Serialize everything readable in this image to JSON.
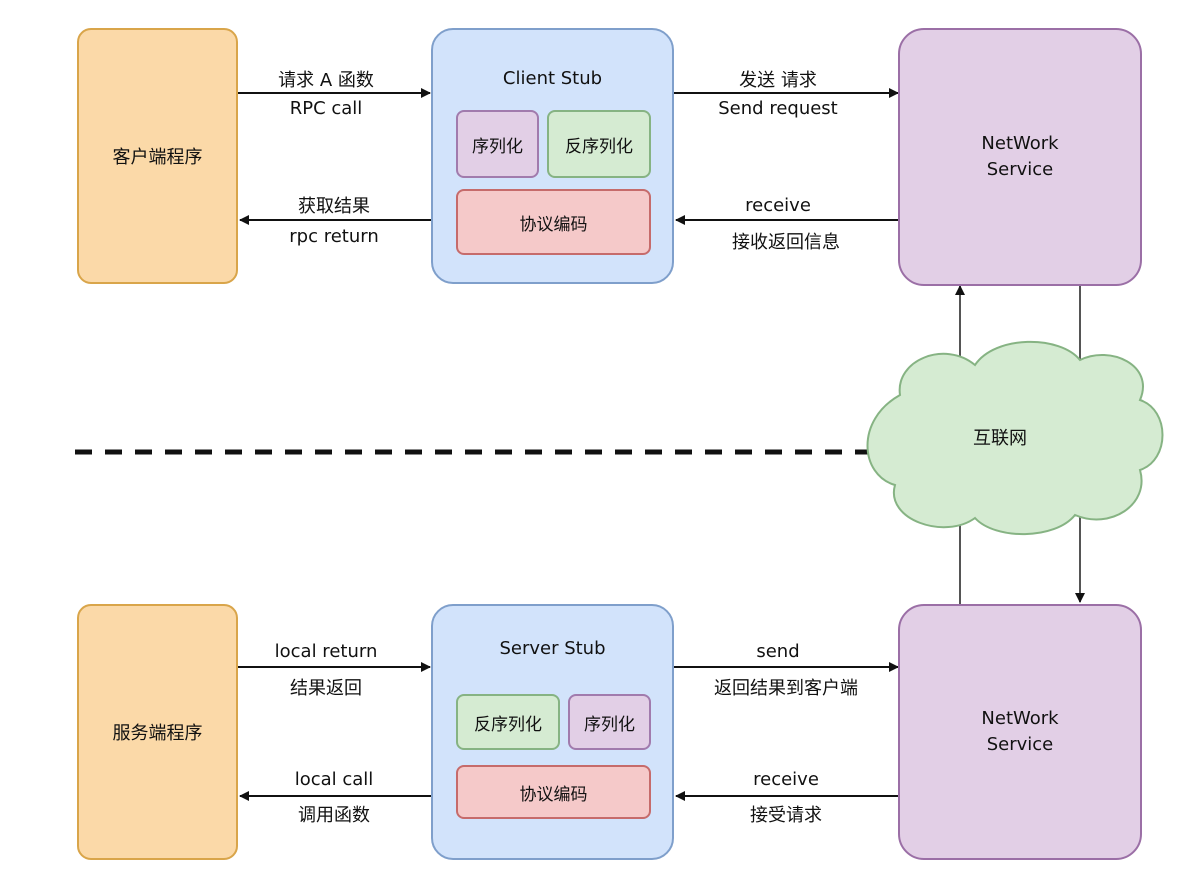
{
  "client_program": "客户端程序",
  "server_program": "服务端程序",
  "client_stub": {
    "title": "Client  Stub",
    "serialize": "序列化",
    "deserialize": "反序列化",
    "protocol": "协议编码"
  },
  "server_stub": {
    "title": "Server  Stub",
    "deserialize": "反序列化",
    "serialize": "序列化",
    "protocol": "协议编码"
  },
  "network_service": {
    "line1": "NetWork",
    "line2": "Service"
  },
  "internet": "互联网",
  "edges": {
    "call_top_cn": "请求 A 函数",
    "call_top_en": "RPC  call",
    "return_top_cn": "获取结果",
    "return_top_en": "rpc return",
    "send_top_cn": "发送 请求",
    "send_top_en": "Send request",
    "recv_top_en": "receive",
    "recv_top_cn": "接收返回信息",
    "local_return_en": "local return",
    "local_return_cn": "结果返回",
    "local_call_en": "local call",
    "local_call_cn": "调用函数",
    "send_bottom_en": "send",
    "send_bottom_cn": "返回结果到客户端",
    "recv_bottom_en": "receive",
    "recv_bottom_cn": "接受请求"
  }
}
